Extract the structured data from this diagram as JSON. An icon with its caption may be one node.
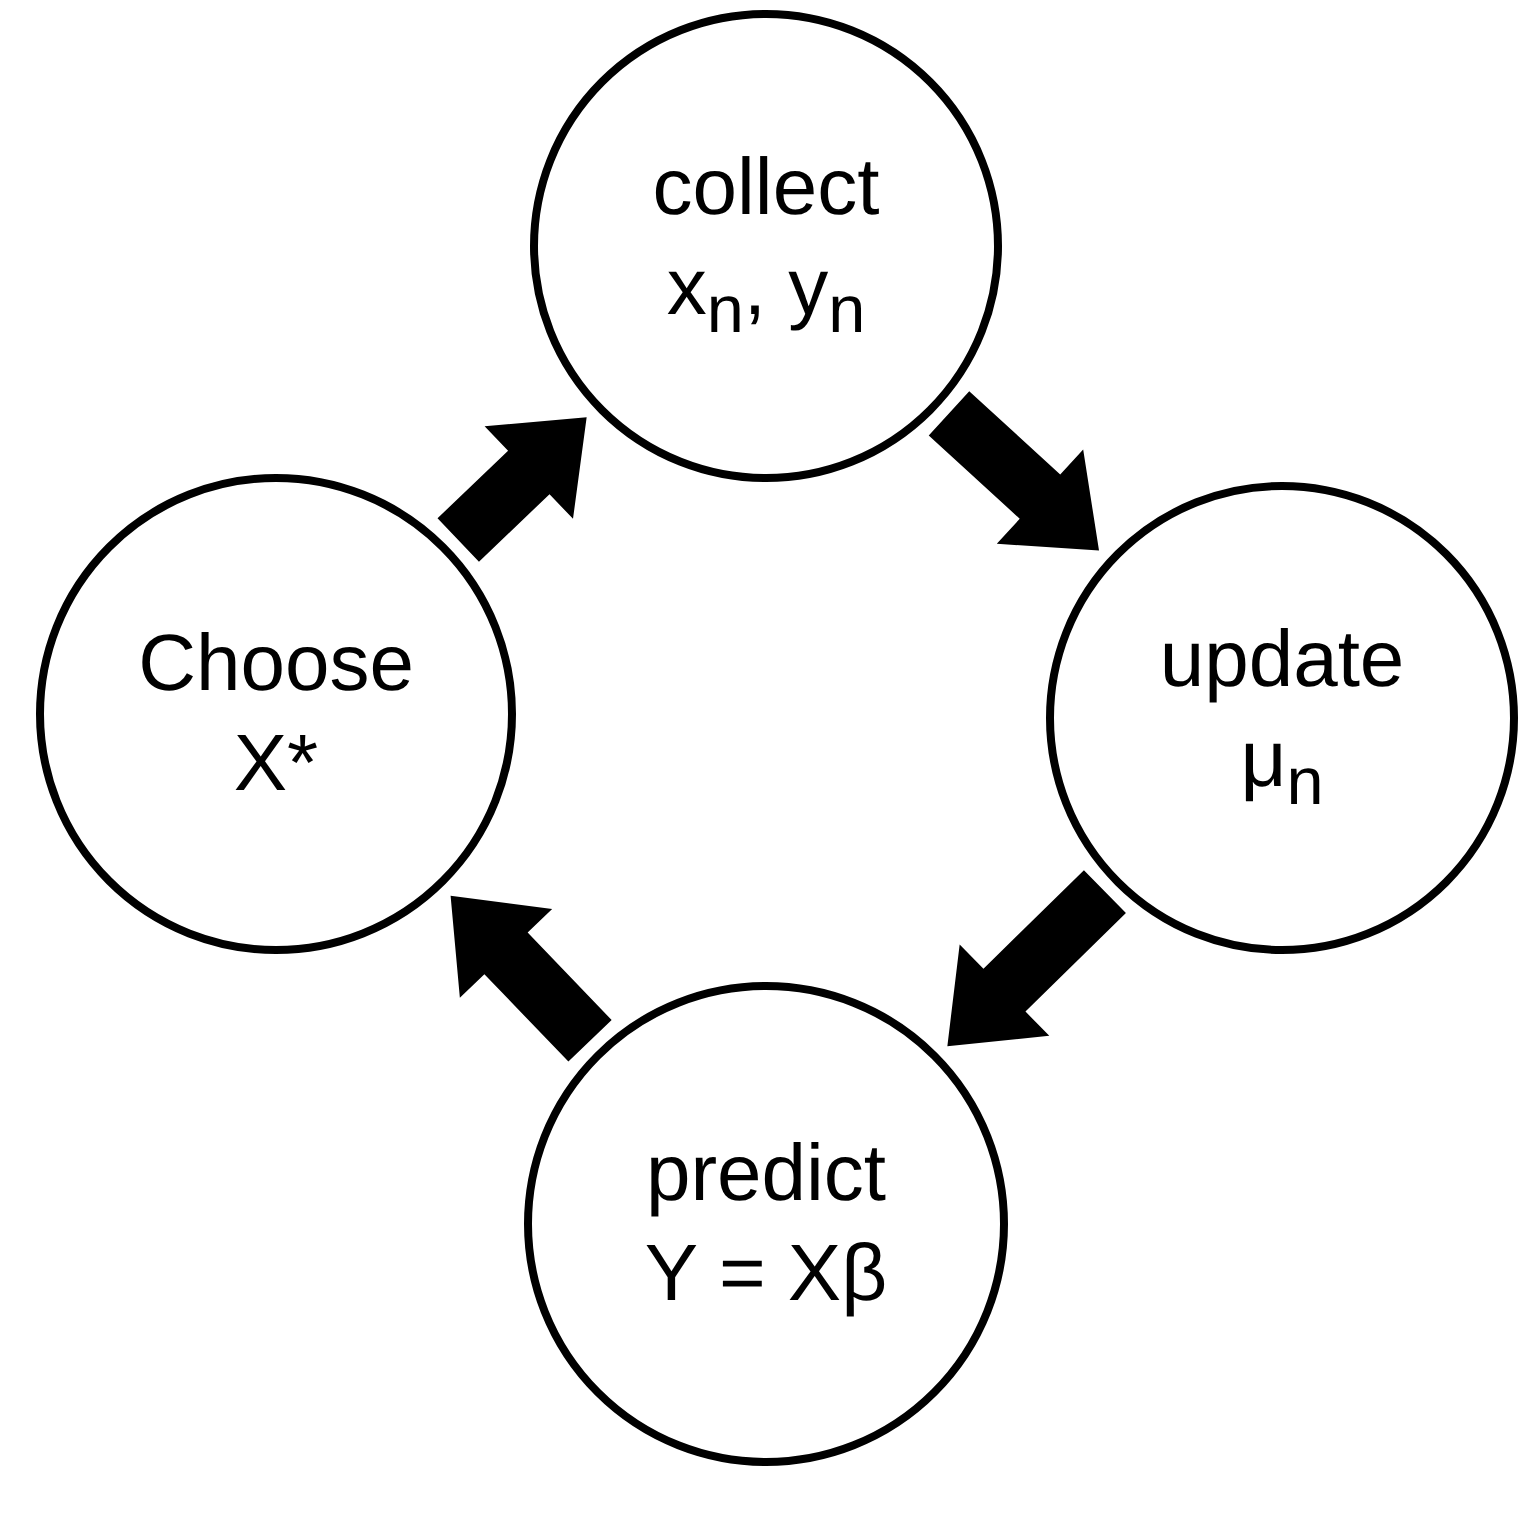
{
  "diagram": {
    "nodes": [
      {
        "text": [
          "collect",
          "x$_{n}$, y$_{n}$"
        ]
      },
      {
        "text": [
          "update",
          "μ$_{n}$"
        ]
      },
      {
        "text": [
          "predict",
          "Y = Xβ"
        ]
      },
      {
        "text": [
          "Choose",
          "X*"
        ]
      }
    ],
    "edges": [
      {
        "from": 3,
        "to": 0,
        "arrow": "to"
      },
      {
        "from": 0,
        "to": 1,
        "arrow": "to"
      },
      {
        "from": 1,
        "to": 2,
        "arrow": "to"
      },
      {
        "from": 2,
        "to": 3,
        "arrow": "to"
      }
    ]
  }
}
